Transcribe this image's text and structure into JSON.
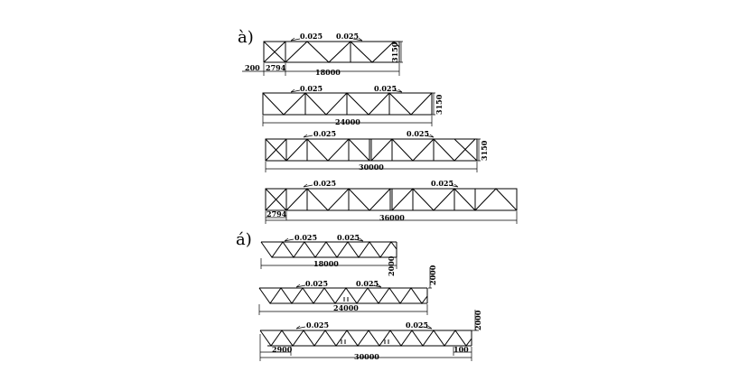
{
  "sections": [
    {
      "label": "à)",
      "trusses": [
        {
          "slope_left": "0.025",
          "slope_right": "0.025",
          "span": "18000",
          "height": "3150",
          "dim_a": "200",
          "dim_b": "2794"
        },
        {
          "slope_left": "0.025",
          "slope_right": "0.025",
          "span": "24000",
          "height": "3150"
        },
        {
          "slope_left": "0.025",
          "slope_right": "0.025",
          "span": "30000",
          "height": "3150"
        },
        {
          "slope_left": "0.025",
          "slope_right": "0.025",
          "span": "36000",
          "dim_b": "2794"
        }
      ]
    },
    {
      "label": "á)",
      "trusses": [
        {
          "slope_left": "0.025",
          "slope_right": "0.025",
          "span": "18000",
          "height": "2000"
        },
        {
          "slope_left": "0.025",
          "slope_right": "0.025",
          "span": "24000",
          "height": "2000"
        },
        {
          "slope_left": "0.025",
          "slope_right": "0.025",
          "span": "30000",
          "height": "2000",
          "dim_left": "2900",
          "dim_right": "100"
        }
      ]
    }
  ]
}
